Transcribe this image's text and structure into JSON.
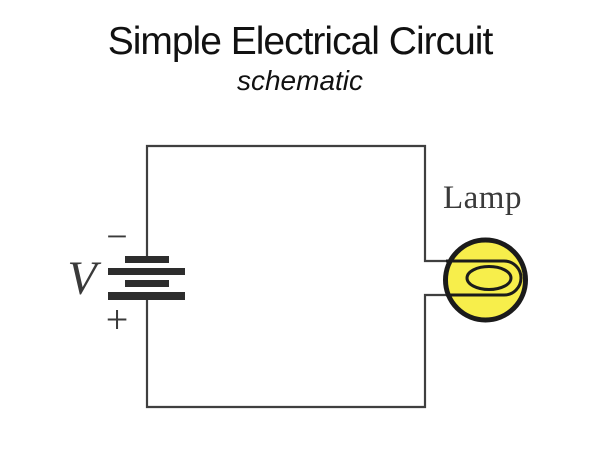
{
  "slide": {
    "title": "Simple Electrical Circuit",
    "subtitle": "schematic"
  },
  "diagram": {
    "battery": {
      "label": "V",
      "negative_terminal": "−",
      "positive_terminal": "+"
    },
    "lamp": {
      "label": "Lamp"
    }
  },
  "colors": {
    "background": "#ffffff",
    "title_text": "#111111",
    "label_text": "#3a3a3a",
    "wire": "#3f3f3f",
    "battery_bar": "#2d2d2d",
    "lamp_outline": "#1b1b1b",
    "lamp_fill": "#f7ee4b"
  }
}
